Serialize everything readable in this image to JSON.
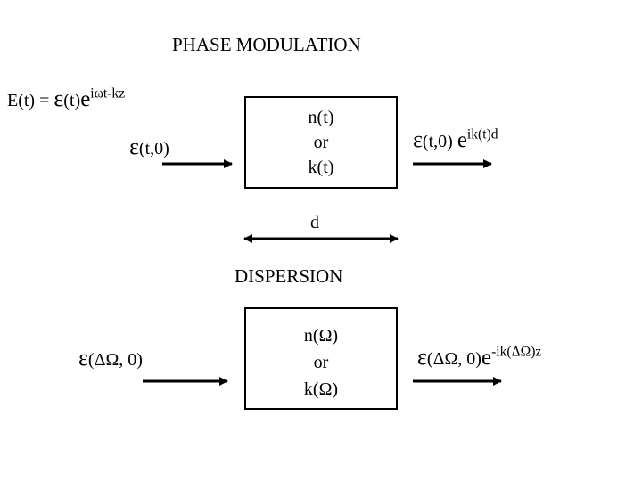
{
  "section1": {
    "title": "PHASE MODULATION",
    "equation": {
      "lhs": "E(t) = ",
      "eps": "ε",
      "mid": "(t)",
      "e": "e",
      "exp": "iωt-kz"
    },
    "input": {
      "eps": "ε",
      "text": "(t,0)"
    },
    "box": {
      "line1": "n(t)",
      "line2": "or",
      "line3": "k(t)"
    },
    "output": {
      "eps": "ε",
      "text": "(t,0) ",
      "e": "e",
      "exp": "ik(t)d"
    },
    "distance_label": "d"
  },
  "section2": {
    "title": "DISPERSION",
    "input": {
      "eps": "ε",
      "text": "(ΔΩ, 0)"
    },
    "box": {
      "line1": "n(Ω)",
      "line2": "or",
      "line3": "k(Ω)"
    },
    "output": {
      "eps": "ε",
      "text": "(ΔΩ, 0)",
      "e": "e",
      "exp": "-ik(ΔΩ)z"
    }
  }
}
